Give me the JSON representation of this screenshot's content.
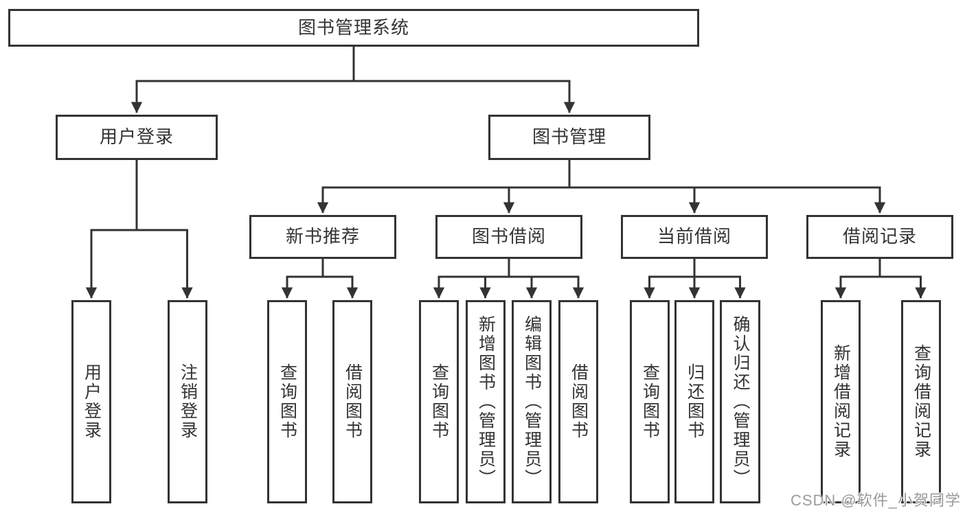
{
  "diagram": {
    "tree": {
      "label": "图书管理系统",
      "children": [
        {
          "label": "用户登录",
          "children": [
            {
              "label": "用户登录"
            },
            {
              "label": "注销登录"
            }
          ]
        },
        {
          "label": "图书管理",
          "children": [
            {
              "label": "新书推荐",
              "children": [
                {
                  "label": "查询图书"
                },
                {
                  "label": "借阅图书"
                }
              ]
            },
            {
              "label": "图书借阅",
              "children": [
                {
                  "label": "查询图书"
                },
                {
                  "label": "新增图书（管理员）"
                },
                {
                  "label": "编辑图书（管理员）"
                },
                {
                  "label": "借阅图书"
                }
              ]
            },
            {
              "label": "当前借阅",
              "children": [
                {
                  "label": "查询图书"
                },
                {
                  "label": "归还图书"
                },
                {
                  "label": "确认归还（管理员）"
                }
              ]
            },
            {
              "label": "借阅记录",
              "children": [
                {
                  "label": "新增借阅记录"
                },
                {
                  "label": "查询借阅记录"
                }
              ]
            }
          ]
        }
      ]
    },
    "watermark": "CSDN @软件_小贺同学",
    "colors": {
      "line": "#333333",
      "box_border": "#333333",
      "box_fill": "#ffffff",
      "text": "#333333",
      "watermark": "#9a9a9a"
    }
  }
}
